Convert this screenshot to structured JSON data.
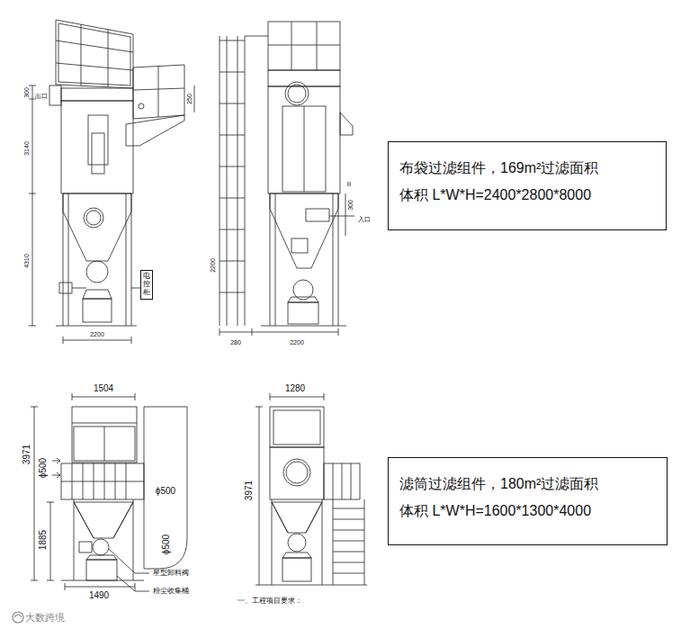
{
  "diagram": {
    "nodes": [
      {
        "text": [
          "电控柜"
        ]
      },
      {
        "text": [
          "布袋过滤组件，169m²过滤面积",
          "体积 L*W*H=2400*2800*8000"
        ]
      },
      {
        "text": [
          "滤筒过滤组件，180m²过滤面积",
          "体积 L*W*H=1600*1300*4000"
        ]
      }
    ],
    "labels": [
      "出口",
      "300",
      "3140",
      "250",
      "4310",
      "2200",
      "2200",
      "II",
      "300",
      "入口",
      "280",
      "2200",
      "1504",
      "3971",
      "ϕ500",
      "ϕ500",
      "1885",
      "ϕ500",
      "星型卸料阀",
      "1490",
      "粉尘收集桶",
      "1280",
      "3971",
      "一、工程项目要求：",
      "大数跨境"
    ]
  }
}
